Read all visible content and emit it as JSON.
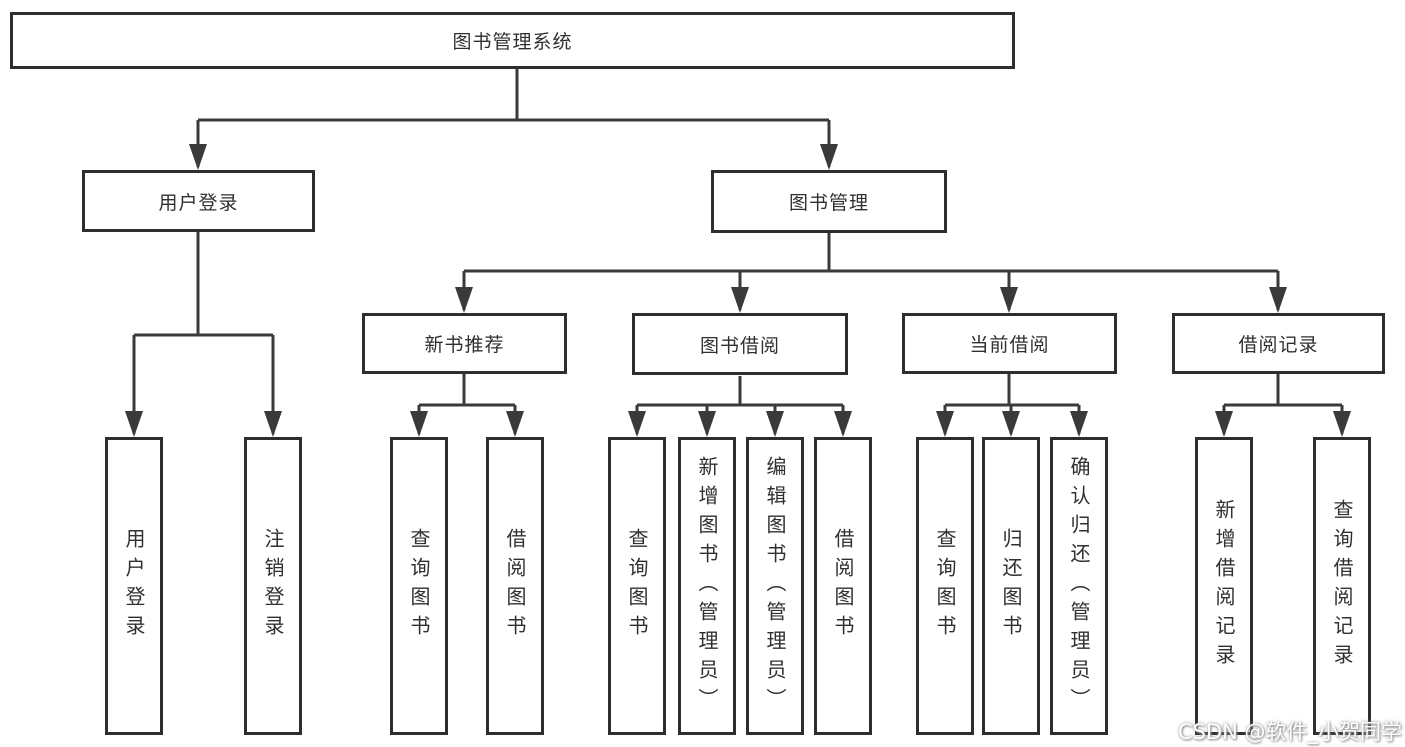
{
  "colors": {
    "line": "#3a3a3a",
    "box_border": "#2e2e2e",
    "text": "#303030",
    "background": "#ffffff",
    "watermark_text": "#ffffff",
    "watermark_shadow": "#8f8f8f"
  },
  "nodes": {
    "root": {
      "label": "图书管理系统"
    },
    "user_login_group": {
      "label": "用户登录"
    },
    "book_mgmt_group": {
      "label": "图书管理"
    },
    "new_book_rec": {
      "label": "新书推荐"
    },
    "book_borrow": {
      "label": "图书借阅"
    },
    "current_borrow": {
      "label": "当前借阅"
    },
    "borrow_records": {
      "label": "借阅记录"
    },
    "user_login": {
      "label": "用户登录"
    },
    "logout": {
      "label": "注销登录"
    },
    "rec_query_books": {
      "label": "查询图书"
    },
    "rec_borrow_books": {
      "label": "借阅图书"
    },
    "bb_query_books": {
      "label": "查询图书"
    },
    "bb_add_books": {
      "label": "新增图书（管理员）"
    },
    "bb_edit_books": {
      "label": "编辑图书（管理员）"
    },
    "bb_borrow_books": {
      "label": "借阅图书"
    },
    "cb_query_books": {
      "label": "查询图书"
    },
    "cb_return_books": {
      "label": "归还图书"
    },
    "cb_confirm_return": {
      "label": "确认归还（管理员）"
    },
    "br_add_record": {
      "label": "新增借阅记录"
    },
    "br_query_record": {
      "label": "查询借阅记录"
    }
  },
  "structure": {
    "root": [
      "user_login_group",
      "book_mgmt_group"
    ],
    "user_login_group": [
      "user_login",
      "logout"
    ],
    "book_mgmt_group": [
      "new_book_rec",
      "book_borrow",
      "current_borrow",
      "borrow_records"
    ],
    "new_book_rec": [
      "rec_query_books",
      "rec_borrow_books"
    ],
    "book_borrow": [
      "bb_query_books",
      "bb_add_books",
      "bb_edit_books",
      "bb_borrow_books"
    ],
    "current_borrow": [
      "cb_query_books",
      "cb_return_books",
      "cb_confirm_return"
    ],
    "borrow_records": [
      "br_add_record",
      "br_query_record"
    ]
  },
  "watermark": {
    "text": "CSDN @软件_小贺同学"
  }
}
